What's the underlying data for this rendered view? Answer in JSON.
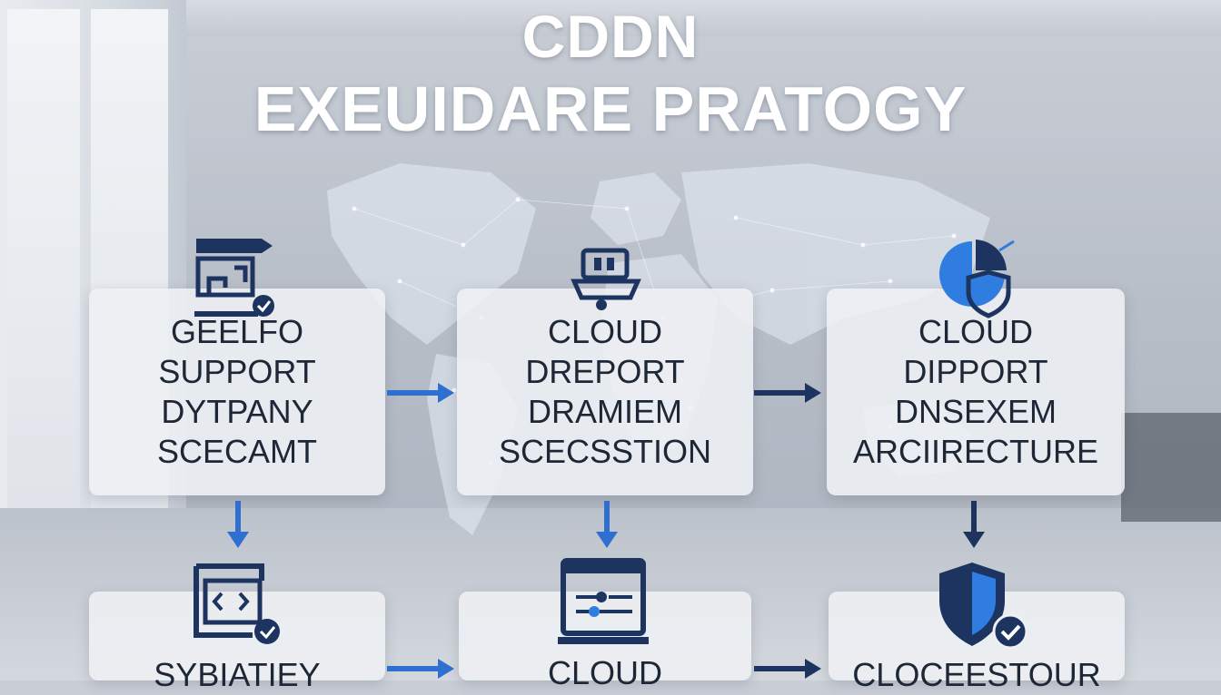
{
  "title": {
    "line1": "CDDN",
    "line2": "EXEUIDARE PRATOGY"
  },
  "cards": {
    "top_left": [
      "GEELFO",
      "SUPPORT",
      "DYTPANY",
      "SCECAMT"
    ],
    "top_center": [
      "CLOUD",
      "DREPORT",
      "DRAMIEM",
      "SCECSSTION"
    ],
    "top_right": [
      "CLOUD",
      "DIPPORT",
      "DNSEXEM",
      "ARCIIRECTURE"
    ],
    "bottom_left": [
      "SYBIATIEY"
    ],
    "bottom_center": [
      "CLOUD"
    ],
    "bottom_right": [
      "CLOCEESTOUR"
    ]
  },
  "colors": {
    "icon_navy": "#1d3461",
    "arrow_blue": "#2e6fd1",
    "accent_blue": "#2f7de0"
  }
}
